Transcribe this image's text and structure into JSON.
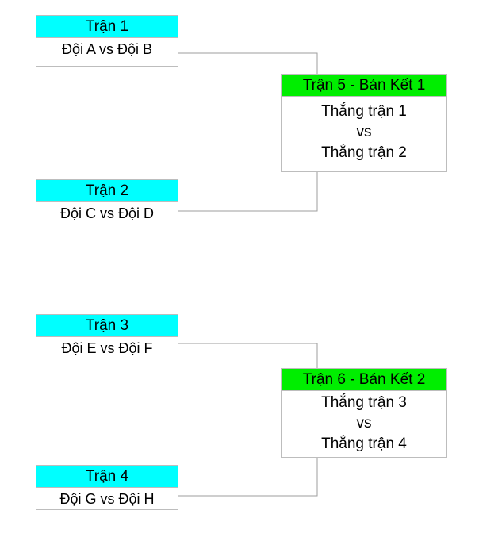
{
  "colors": {
    "first_round_header": "#00ffff",
    "semifinal_header": "#00ee00"
  },
  "matches": [
    {
      "title": "Trận 1",
      "teams": "Đội A vs Đội B"
    },
    {
      "title": "Trận 2",
      "teams": "Đội C vs Đội D"
    },
    {
      "title": "Trận 3",
      "teams": "Đội E vs Đội F"
    },
    {
      "title": "Trận 4",
      "teams": "Đội G vs Đội H"
    }
  ],
  "semifinals": [
    {
      "title": "Trận 5 - Bán Kết 1",
      "line1": "Thắng trận 1",
      "line2": "vs",
      "line3": "Thắng trận 2"
    },
    {
      "title": "Trận 6 - Bán Kết 2",
      "line1": "Thắng trận 3",
      "line2": "vs",
      "line3": "Thắng trận 4"
    }
  ]
}
